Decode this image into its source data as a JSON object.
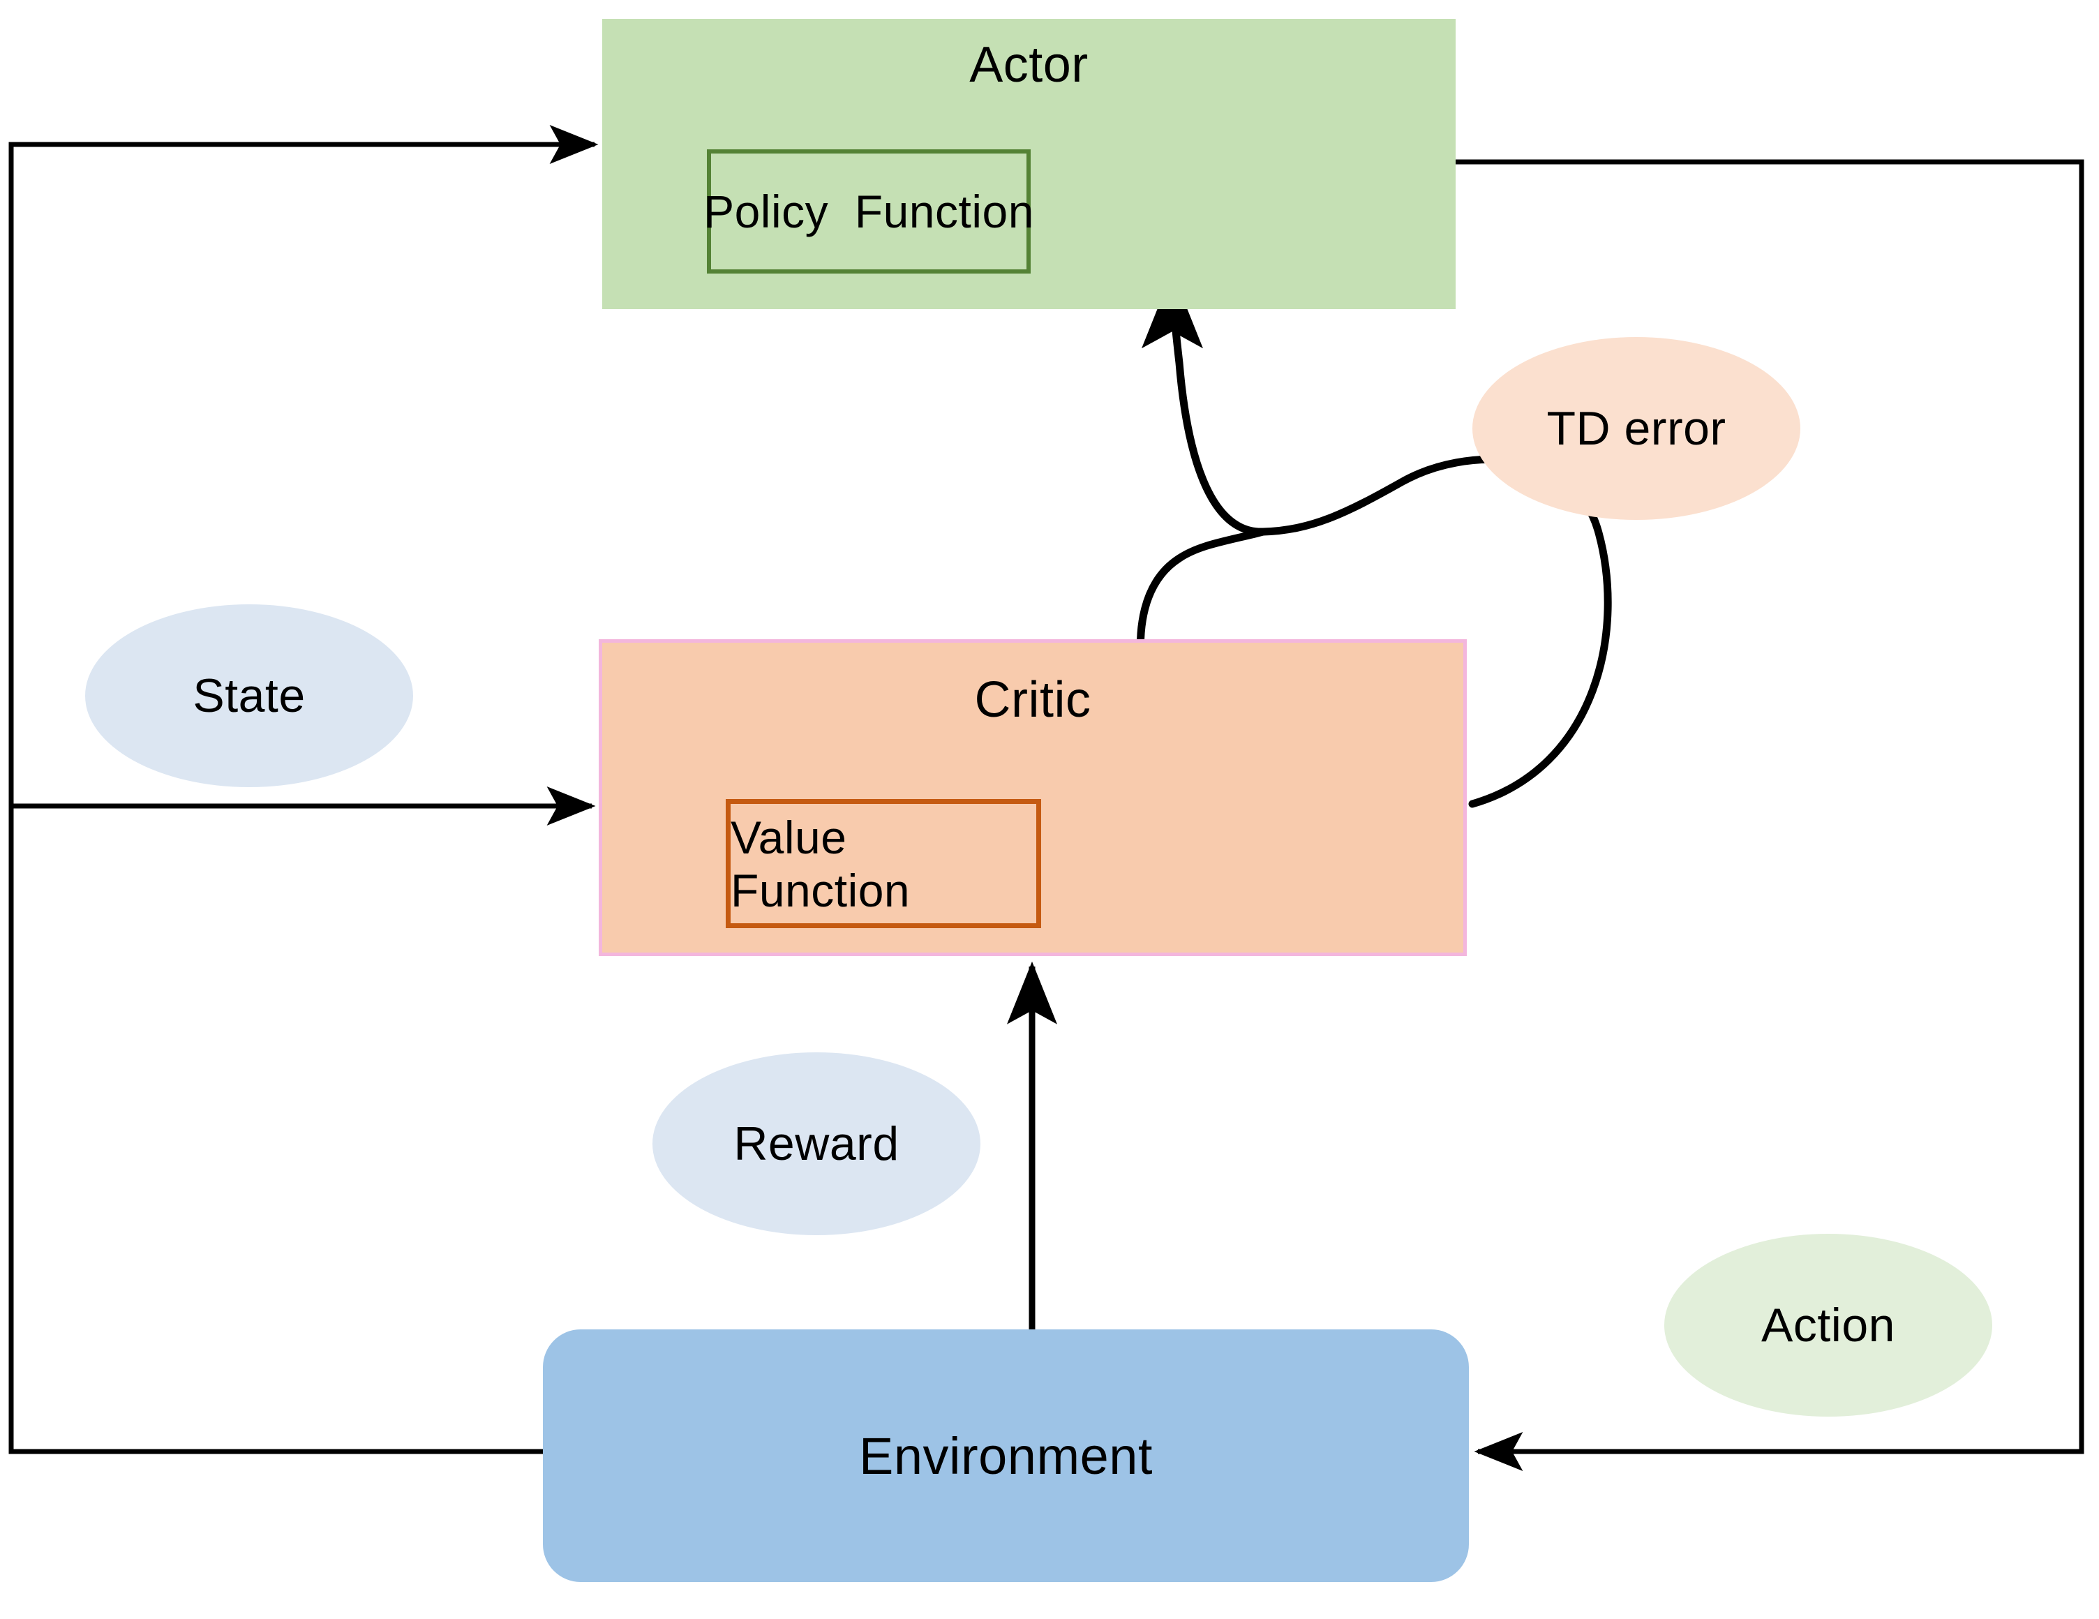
{
  "diagram": {
    "title": "Actor-Critic reinforcement learning architecture",
    "nodes": {
      "actor": {
        "label": "Actor",
        "fill": "#c5e0b4"
      },
      "policy_function": {
        "label": "Policy  Function",
        "fill": "#c5e0b4",
        "border": "#548235"
      },
      "critic": {
        "label": "Critic",
        "fill": "#f8cbad",
        "border": "#f3b6dd"
      },
      "value_function": {
        "label": "Value Function",
        "fill": "#f8cbad",
        "border": "#c55a11"
      },
      "environment": {
        "label": "Environment",
        "fill": "#9dc3e6"
      }
    },
    "labels": {
      "state": {
        "label": "State",
        "fill": "#dce6f2"
      },
      "reward": {
        "label": "Reward",
        "fill": "#dce6f2"
      },
      "td_error": {
        "label": "TD error",
        "fill": "#fbe0cf"
      },
      "action": {
        "label": "Action",
        "fill": "#e2efda"
      }
    },
    "edges": [
      {
        "name": "state-to-actor",
        "from": "environment",
        "to": "actor",
        "label": "State",
        "style": "orthogonal"
      },
      {
        "name": "state-to-critic",
        "from": "environment",
        "to": "critic",
        "label": "State",
        "style": "orthogonal"
      },
      {
        "name": "reward-to-critic",
        "from": "environment",
        "to": "value_function",
        "label": "Reward",
        "style": "straight-vertical"
      },
      {
        "name": "action-to-environment",
        "from": "actor",
        "to": "environment",
        "label": "Action",
        "style": "orthogonal"
      },
      {
        "name": "tderror-to-policy",
        "from": "critic",
        "to": "policy_function",
        "label": "TD error",
        "style": "curved"
      },
      {
        "name": "tderror-to-value",
        "from": "critic",
        "to": "value_function",
        "label": "TD error",
        "style": "curved"
      }
    ],
    "stroke_color": "#000000"
  }
}
